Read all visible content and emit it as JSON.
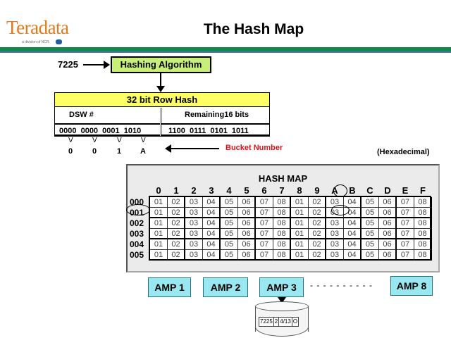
{
  "header": {
    "logo": "Teradata",
    "logo_sub": "a division of NCR",
    "title": "The Hash Map"
  },
  "input_value": "7225",
  "hashing_algorithm": "Hashing Algorithm",
  "row_hash": {
    "title": "32 bit Row Hash",
    "dsw_label": "DSW #",
    "remaining_label": "Remaining16 bits",
    "dsw_bits": "0000  0000  0001  1010",
    "remaining_bits": "1100  0111  0101  1011"
  },
  "bucket": {
    "chevron": "V",
    "digits": [
      "0",
      "0",
      "1",
      "A"
    ],
    "label": "Bucket Number"
  },
  "hex_note": "(Hexadecimal)",
  "hash_map": {
    "title": "HASH MAP",
    "columns": [
      "0",
      "1",
      "2",
      "3",
      "4",
      "5",
      "6",
      "7",
      "8",
      "9",
      "A",
      "B",
      "C",
      "D",
      "E",
      "F"
    ],
    "rows": [
      {
        "label": "000",
        "cells": [
          "01",
          "02",
          "03",
          "04",
          "05",
          "06",
          "07",
          "08",
          "01",
          "02",
          "03",
          "04",
          "05",
          "06",
          "07",
          "08"
        ]
      },
      {
        "label": "001",
        "cells": [
          "01",
          "02",
          "03",
          "04",
          "05",
          "06",
          "07",
          "08",
          "01",
          "02",
          "03",
          "04",
          "05",
          "06",
          "07",
          "08"
        ]
      },
      {
        "label": "002",
        "cells": [
          "01",
          "02",
          "03",
          "04",
          "05",
          "06",
          "07",
          "08",
          "01",
          "02",
          "03",
          "04",
          "05",
          "06",
          "07",
          "08"
        ]
      },
      {
        "label": "003",
        "cells": [
          "01",
          "02",
          "03",
          "04",
          "05",
          "06",
          "07",
          "08",
          "01",
          "02",
          "03",
          "04",
          "05",
          "06",
          "07",
          "08"
        ]
      },
      {
        "label": "004",
        "cells": [
          "01",
          "02",
          "03",
          "04",
          "05",
          "06",
          "07",
          "08",
          "01",
          "02",
          "03",
          "04",
          "05",
          "06",
          "07",
          "08"
        ]
      },
      {
        "label": "005",
        "cells": [
          "01",
          "02",
          "03",
          "04",
          "05",
          "06",
          "07",
          "08",
          "01",
          "02",
          "03",
          "04",
          "05",
          "06",
          "07",
          "08"
        ]
      }
    ]
  },
  "amps": {
    "amp1": "AMP 1",
    "amp2": "AMP 2",
    "amp3": "AMP 3",
    "dashes": "- - - - - - - - - -",
    "amp8": "AMP 8"
  },
  "disk_record": [
    "7225",
    "2",
    "4/13",
    "O"
  ],
  "colors": {
    "logo": "#e07a1f",
    "header_rule": "#0f8a4a",
    "hashing_box": "#c8f078",
    "row_hash_title": "#ffff66",
    "bucket_label": "#e0101a",
    "amp_box": "#99e8f0"
  }
}
